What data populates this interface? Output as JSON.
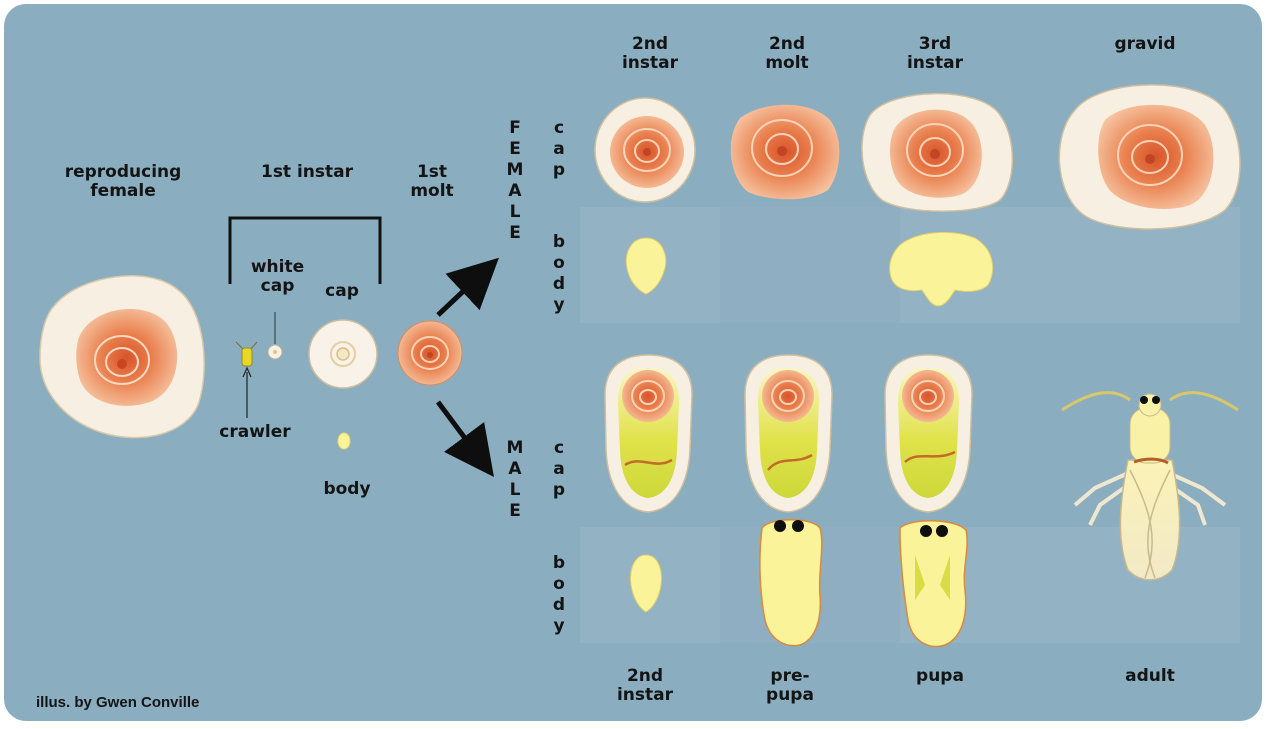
{
  "colors": {
    "background": "#8aaec0",
    "band": "#93b2c3",
    "cap_rim": "#f6efe2",
    "orange": "#e47e4a",
    "yellow": "#fbf4a0",
    "lime": "#d9e14a"
  },
  "header": {
    "instar2": "2nd\ninstar",
    "molt2": "2nd\nmolt",
    "instar3": "3rd\ninstar",
    "gravid": "gravid"
  },
  "left": {
    "reproducing_female": "reproducing\nfemale",
    "first_instar": "1st instar",
    "first_molt": "1st\nmolt",
    "white_cap": "white\ncap",
    "cap": "cap",
    "crawler": "crawler",
    "body": "body"
  },
  "rows": {
    "female": "FEMALE",
    "male": "MALE",
    "cap": "cap",
    "body": "body"
  },
  "footer": {
    "instar2": "2nd\ninstar",
    "prepupa": "pre-\npupa",
    "pupa": "pupa",
    "adult": "adult"
  },
  "credit": "illus. by Gwen Conville"
}
